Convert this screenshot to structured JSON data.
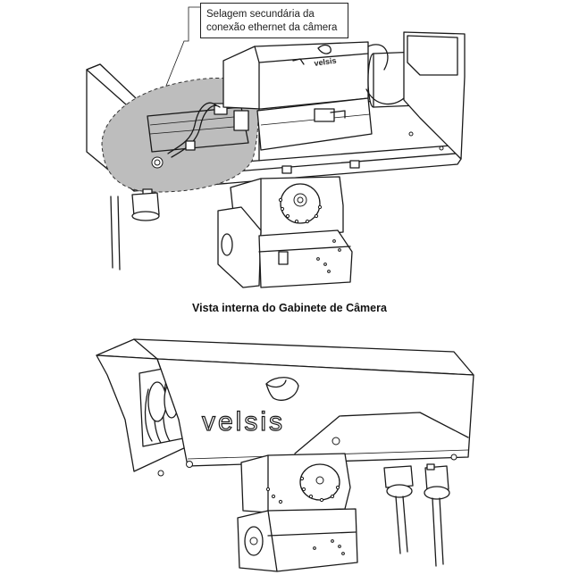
{
  "callout": {
    "line1": "Selagem secundária da",
    "line2": "conexão ethernet da câmera"
  },
  "caption": "Vista interna do Gabinete de Câmera",
  "brand": {
    "logo_text": "velsis"
  }
}
